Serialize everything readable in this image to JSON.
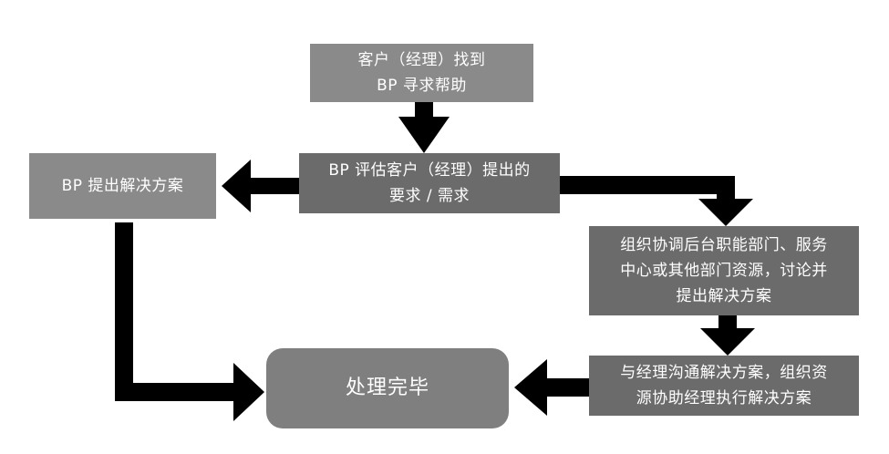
{
  "diagram": {
    "nodes": [
      {
        "id": "n1",
        "lines": [
          "客户（经理）找到",
          "BP 寻求帮助"
        ]
      },
      {
        "id": "n2",
        "lines": [
          "BP 评估客户（经理）提出的",
          "要求 / 需求"
        ]
      },
      {
        "id": "n3",
        "lines": [
          "BP 提出解决方案"
        ]
      },
      {
        "id": "n4",
        "lines": [
          "组织协调后台职能部门、服务",
          "中心或其他部门资源，讨论并",
          "提出解决方案"
        ]
      },
      {
        "id": "n5",
        "lines": [
          "与经理沟通解决方案，组织资",
          "源协助经理执行解决方案"
        ]
      },
      {
        "id": "n6",
        "lines": [
          "处理完毕"
        ]
      }
    ],
    "edges": [
      {
        "from": "n1",
        "to": "n2"
      },
      {
        "from": "n2",
        "to": "n3"
      },
      {
        "from": "n2",
        "to": "n4"
      },
      {
        "from": "n4",
        "to": "n5"
      },
      {
        "from": "n5",
        "to": "n6"
      },
      {
        "from": "n3",
        "to": "n6"
      }
    ]
  },
  "colors": {
    "box_light": "#8a8a8a",
    "box_dark": "#6b6b6b",
    "arrow": "#000000",
    "text": "#ffffff"
  }
}
